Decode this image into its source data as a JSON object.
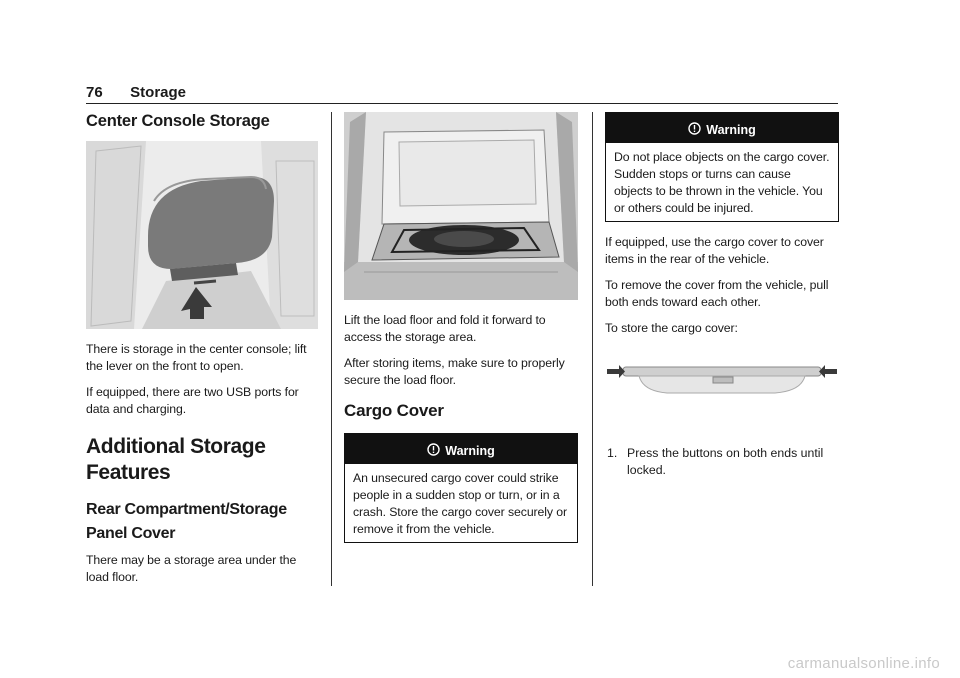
{
  "header": {
    "page_number": "76",
    "section": "Storage"
  },
  "col1": {
    "heading_console": "Center Console Storage",
    "p1": "There is storage in the center console; lift the lever on the front to open.",
    "p2": "If equipped, there are two USB ports for data and charging.",
    "heading_additional": "Additional Storage Features",
    "heading_rear": "Rear Compartment/Storage Panel Cover",
    "p3": "There may be a storage area under the load floor."
  },
  "col2": {
    "p1": "Lift the load floor and fold it forward to access the storage area.",
    "p2": "After storing items, make sure to properly secure the load floor.",
    "heading_cargo": "Cargo Cover",
    "warning_title": "Warning",
    "warning_text": "An unsecured cargo cover could strike people in a sudden stop or turn, or in a crash. Store the cargo cover securely or remove it from the vehicle."
  },
  "col3": {
    "warning_title": "Warning",
    "warning_text": "Do not place objects on the cargo cover. Sudden stops or turns can cause objects to be thrown in the vehicle. You or others could be injured.",
    "p1": "If equipped, use the cargo cover to cover items in the rear of the vehicle.",
    "p2": "To remove the cover from the vehicle, pull both ends toward each other.",
    "p3": "To store the cargo cover:",
    "step1_number": "1.",
    "step1_text": "Press the buttons on both ends until locked."
  },
  "footer": {
    "watermark": "carmanualsonline.info"
  }
}
